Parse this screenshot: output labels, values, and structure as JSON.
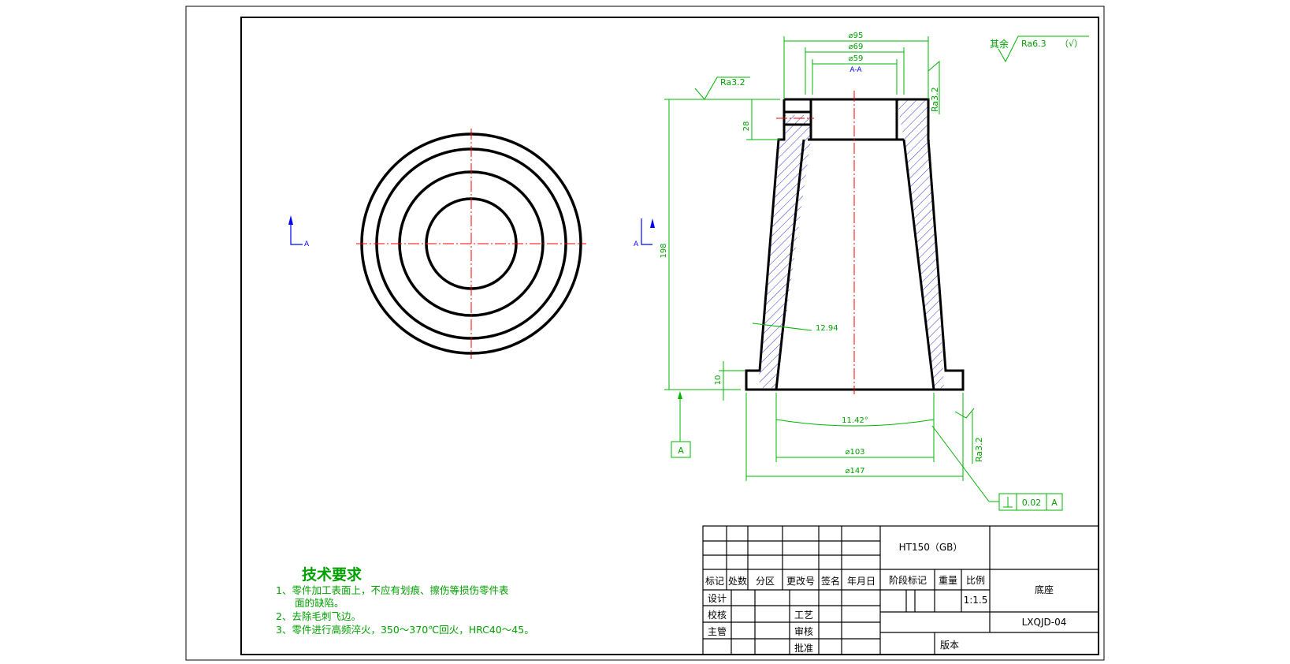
{
  "dimensions": {
    "d95": "⌀95",
    "d69": "⌀69",
    "d59": "⌀59",
    "section_label": "A-A",
    "h198": "198",
    "h28": "28",
    "h10": "10",
    "wall": "12.94",
    "angle": "11.42°",
    "d103": "⌀103",
    "d147": "⌀147"
  },
  "surface_finish": {
    "rest_label": "其余",
    "rest_value": "Ra6.3",
    "rest_mark": "（√）",
    "top_left": "Ra3.2",
    "top_right": "Ra3.2",
    "bottom_right": "Ra3.2"
  },
  "datum": {
    "label": "A",
    "tolerance": "0.02",
    "ref": "A"
  },
  "section_marks": {
    "left": "A",
    "right": "A"
  },
  "tech_requirements": {
    "title": "技术要求",
    "item1a": "1、零件加工表面上，不应有划痕、擦伤等损伤零件表",
    "item1b": "面的缺陷。",
    "item2": "2、去除毛刺飞边。",
    "item3": "3、零件进行高频淬火，350～370℃回火，HRC40～45。"
  },
  "title_block": {
    "material": "HT150（GB）",
    "part_name": "底座",
    "drawing_no": "LXQJD-04",
    "scale": "1:1.5",
    "h_mark": "标记",
    "h_count": "处数",
    "h_zone": "分区",
    "h_change": "更改号",
    "h_sign": "签名",
    "h_date": "年月日",
    "stage": "阶段标记",
    "weight": "重量",
    "ratio": "比例",
    "design": "设计",
    "check": "校核",
    "supervisor": "主管",
    "process": "工艺",
    "review": "审核",
    "approve": "批准",
    "version": "版本"
  },
  "colors": {
    "outline": "#000000",
    "dimension": "#00a000",
    "centerline": "#ff0000",
    "hatch": "#0000cc",
    "section_arrow": "#0000ff"
  }
}
